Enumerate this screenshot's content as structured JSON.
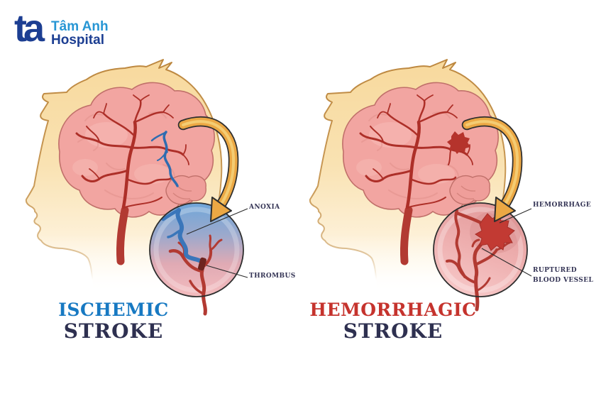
{
  "logo": {
    "mark": "ta",
    "name_top": "Tâm Anh",
    "name_bottom": "Hospital"
  },
  "panels": [
    {
      "id": "ischemic",
      "title_top": "ISCHEMIC",
      "title_bottom": "STROKE",
      "callout_first": "ANOXIA",
      "callout_second": "THROMBUS"
    },
    {
      "id": "hemorrhagic",
      "title_top": "HEMORRHAGIC",
      "title_bottom": "STROKE",
      "callout_first": "HEMORRHAGE",
      "callout_second_line1": "RUPTURED",
      "callout_second_line2": "BLOOD VESSEL"
    }
  ],
  "colors": {
    "title_ischemic_blue": "#1779c2",
    "title_hemorrhagic_red": "#c5332d",
    "title_stroke_navy": "#2e3050",
    "callout_text": "#333354",
    "logo_dark_blue": "#1c3e92",
    "logo_light_blue": "#2796d4",
    "skin": "#f8d99d",
    "skin_outline": "#bd8840",
    "brain_pink": "#f2a5a1",
    "brain_outline": "#c0706a",
    "blood_vessel_red": "#ad2f28",
    "blocked_vessel_blue": "#2f6cb0",
    "inset_anoxia_blue": "#74a9db",
    "inset_pink": "#f2b6ba",
    "thrombus_clot": "#6e241f",
    "hemorrhage_red": "#c23a33",
    "arrow_orange": "#eca844",
    "background": "#ffffff"
  }
}
